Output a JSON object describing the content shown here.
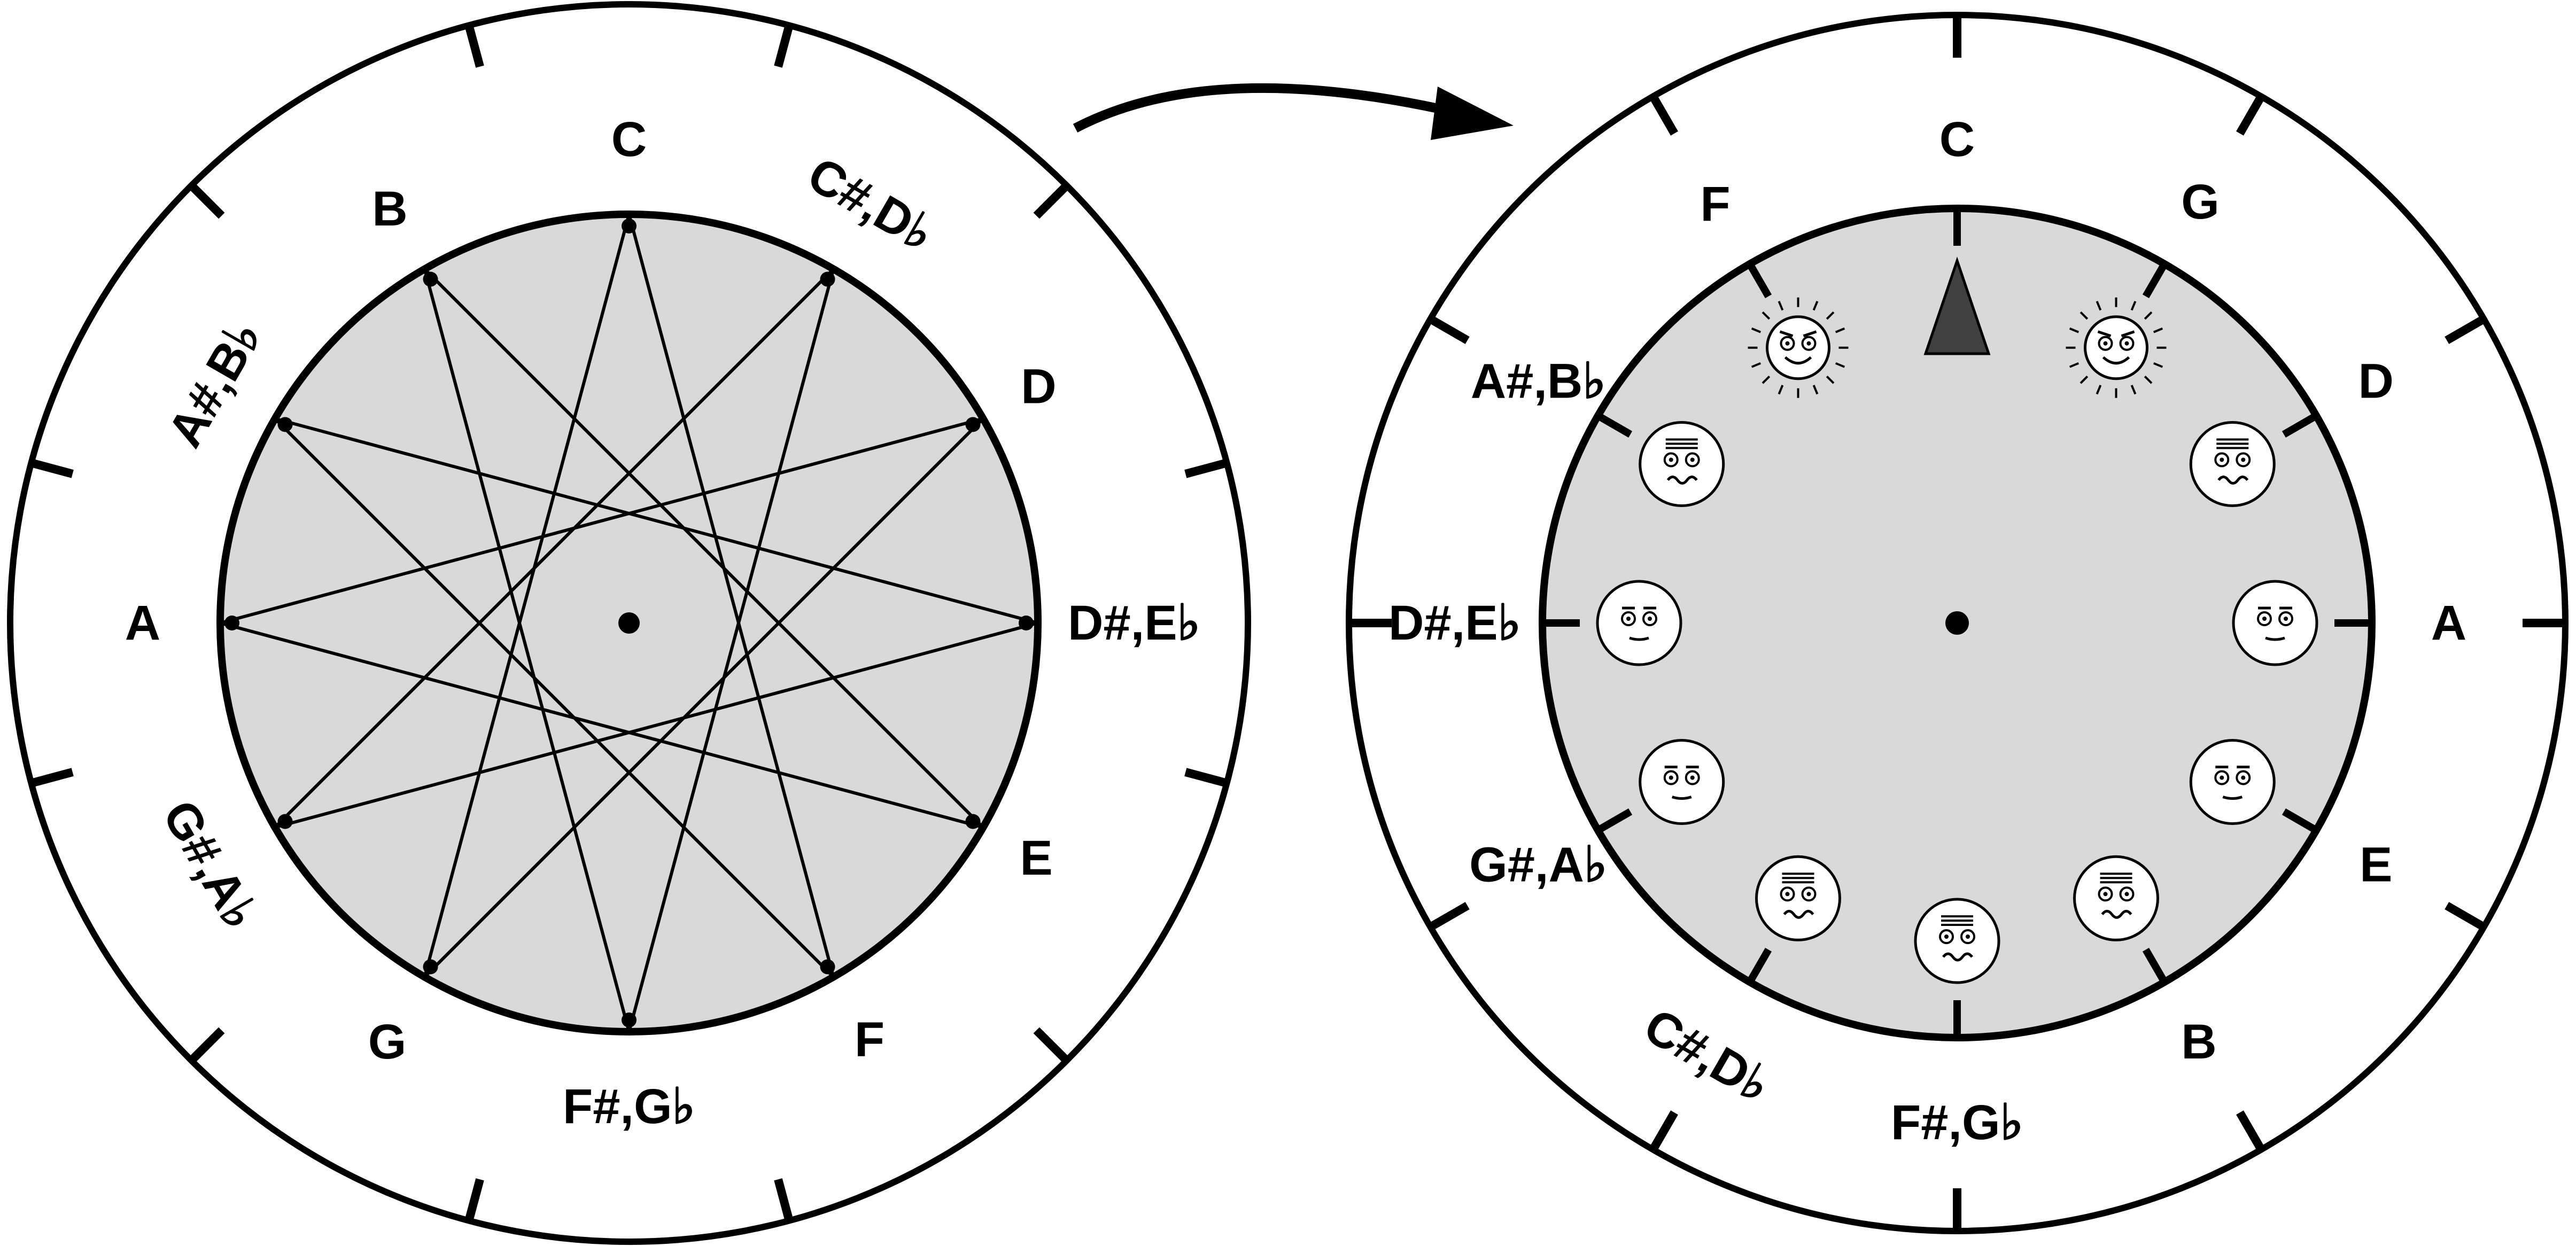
{
  "colors": {
    "background": "#ffffff",
    "ink": "#000000",
    "inner_fill": "#d9d9d9",
    "pointer_fill": "#404040",
    "face_fill": "#ffffff"
  },
  "left_wheel": {
    "note_labels": [
      "C",
      "C#,D♭",
      "D",
      "D#,E♭",
      "E",
      "F",
      "F#,G♭",
      "G",
      "G#,A♭",
      "A",
      "A#,B♭",
      "B"
    ],
    "star_step": 5,
    "center_dot": true
  },
  "arrow": {
    "direction": "left-to-right",
    "icon": "curved-arrow-icon"
  },
  "right_wheel": {
    "note_labels": [
      "C",
      "G",
      "D",
      "A",
      "E",
      "B",
      "F#,G♭",
      "C#,D♭",
      "G#,A♭",
      "D#,E♭",
      "A#,B♭",
      "F"
    ],
    "pointer": {
      "icon": "triangle-pointer-icon",
      "at": "C"
    },
    "faces": [
      {
        "position": "G",
        "mood": "sunny-happy"
      },
      {
        "position": "D",
        "mood": "worried"
      },
      {
        "position": "A",
        "mood": "neutral"
      },
      {
        "position": "E",
        "mood": "neutral"
      },
      {
        "position": "B",
        "mood": "worried"
      },
      {
        "position": "F#,G♭",
        "mood": "worried"
      },
      {
        "position": "C#,D♭",
        "mood": "worried"
      },
      {
        "position": "G#,A♭",
        "mood": "neutral"
      },
      {
        "position": "D#,E♭",
        "mood": "neutral"
      },
      {
        "position": "A#,B♭",
        "mood": "worried"
      },
      {
        "position": "F",
        "mood": "sunny-happy"
      }
    ]
  }
}
